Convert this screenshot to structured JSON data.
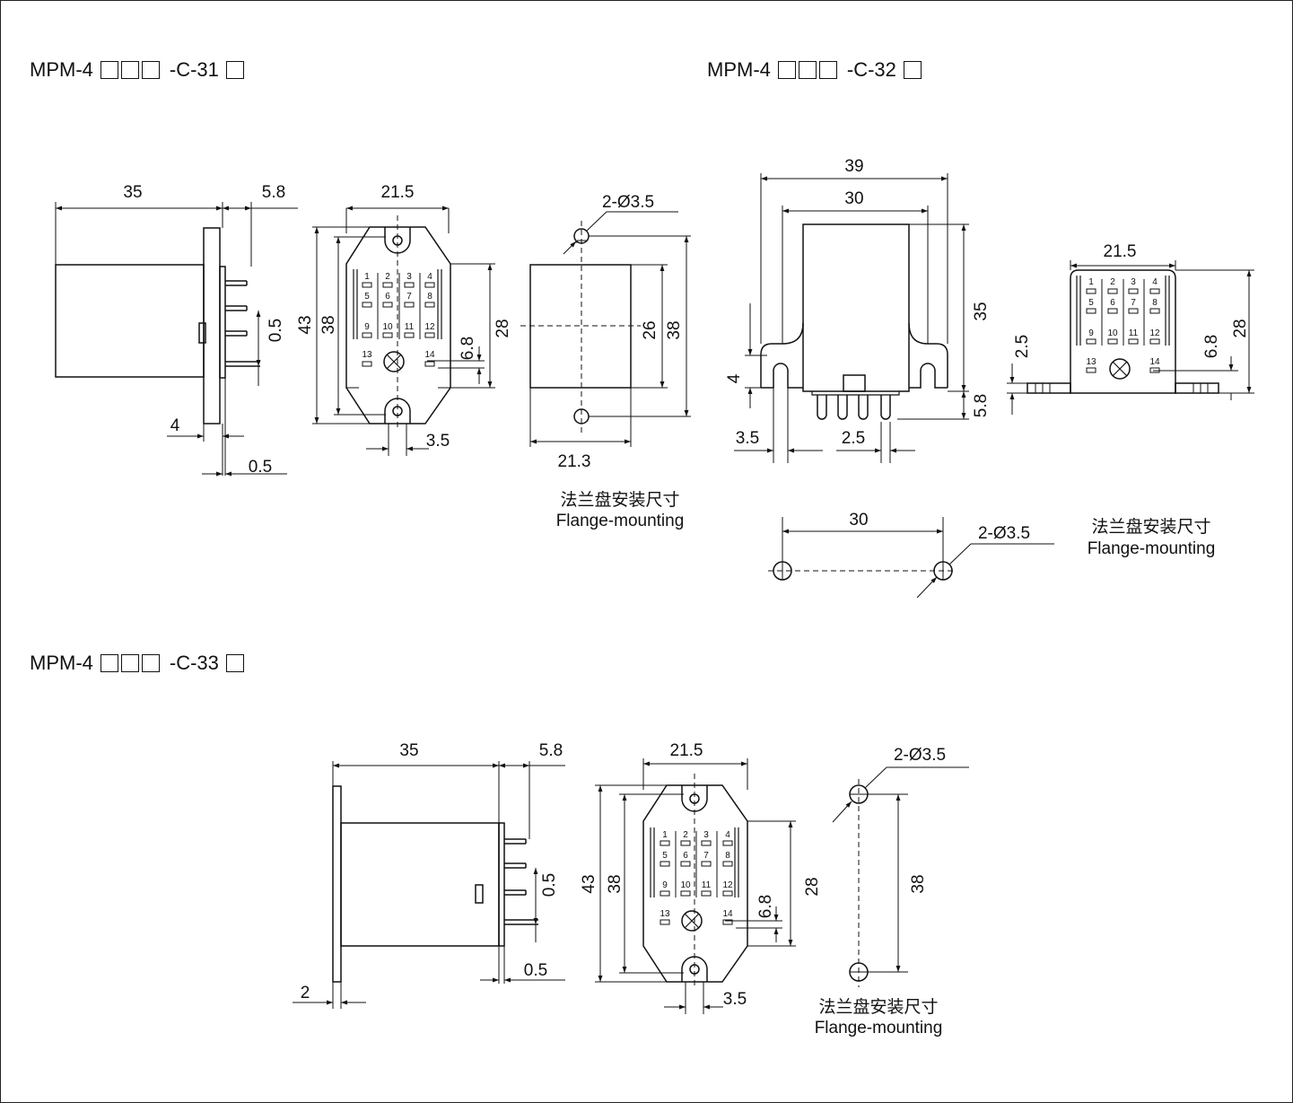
{
  "titles": {
    "c31": {
      "prefix": "MPM-4",
      "suffix": "-C-31"
    },
    "c32": {
      "prefix": "MPM-4",
      "suffix": "-C-32"
    },
    "c33": {
      "prefix": "MPM-4",
      "suffix": "-C-33"
    }
  },
  "dims": {
    "d35": "35",
    "d58": "5.8",
    "d215": "21.5",
    "d235": "2-Ø3.5",
    "d05": "0.5",
    "d43": "43",
    "d38": "38",
    "d28": "28",
    "d68": "6.8",
    "d26": "26",
    "d4": "4",
    "d35s": "3.5",
    "d213": "21.3",
    "d39": "39",
    "d30": "30",
    "d25": "2.5",
    "d2": "2"
  },
  "pin_labels": [
    "1",
    "2",
    "3",
    "4",
    "5",
    "6",
    "7",
    "8",
    "9",
    "10",
    "11",
    "12",
    "13",
    "14"
  ],
  "captions": {
    "zh": "法兰盘安装尺寸",
    "en": "Flange-mounting"
  }
}
